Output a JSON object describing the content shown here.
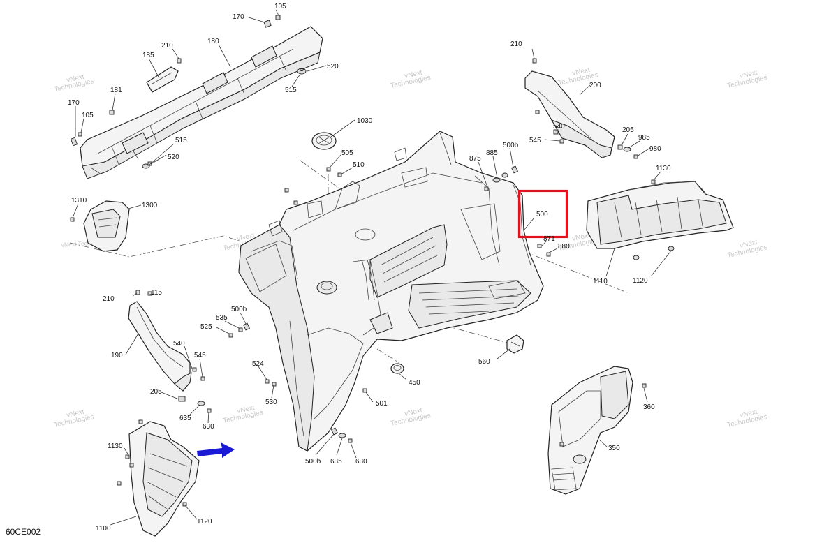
{
  "diagram": {
    "code": "60CE002",
    "watermark": {
      "line1": "vNext",
      "line2": "Technologies",
      "inline": "vNext Technologies"
    },
    "callouts": [
      {
        "id": "c105a",
        "text": "105"
      },
      {
        "id": "c170a",
        "text": "170"
      },
      {
        "id": "c210a",
        "text": "210"
      },
      {
        "id": "c180",
        "text": "180"
      },
      {
        "id": "c185",
        "text": "185"
      },
      {
        "id": "c520a",
        "text": "520"
      },
      {
        "id": "c515a",
        "text": "515"
      },
      {
        "id": "c181",
        "text": "181"
      },
      {
        "id": "c170b",
        "text": "170"
      },
      {
        "id": "c105b",
        "text": "105"
      },
      {
        "id": "c515b",
        "text": "515"
      },
      {
        "id": "c520b",
        "text": "520"
      },
      {
        "id": "c210b",
        "text": "210"
      },
      {
        "id": "c200",
        "text": "200"
      },
      {
        "id": "c540a",
        "text": "540"
      },
      {
        "id": "c545a",
        "text": "545"
      },
      {
        "id": "c205a",
        "text": "205"
      },
      {
        "id": "c985",
        "text": "985"
      },
      {
        "id": "c980",
        "text": "980"
      },
      {
        "id": "c1030",
        "text": "1030"
      },
      {
        "id": "c505",
        "text": "505"
      },
      {
        "id": "c510",
        "text": "510"
      },
      {
        "id": "c875",
        "text": "875"
      },
      {
        "id": "c885",
        "text": "885"
      },
      {
        "id": "c500ba",
        "text": "500b"
      },
      {
        "id": "c1130a",
        "text": "1130"
      },
      {
        "id": "c500",
        "text": "500"
      },
      {
        "id": "c871",
        "text": "871"
      },
      {
        "id": "c880",
        "text": "880"
      },
      {
        "id": "c1310",
        "text": "1310"
      },
      {
        "id": "c1300",
        "text": "1300"
      },
      {
        "id": "c1110",
        "text": "1110"
      },
      {
        "id": "c1120a",
        "text": "1120"
      },
      {
        "id": "c210c",
        "text": "210"
      },
      {
        "id": "c115",
        "text": "115"
      },
      {
        "id": "c500bb",
        "text": "500b"
      },
      {
        "id": "c535",
        "text": "535"
      },
      {
        "id": "c525",
        "text": "525"
      },
      {
        "id": "c190",
        "text": "190"
      },
      {
        "id": "c540b",
        "text": "540"
      },
      {
        "id": "c545b",
        "text": "545"
      },
      {
        "id": "c524",
        "text": "524"
      },
      {
        "id": "c560",
        "text": "560"
      },
      {
        "id": "c450",
        "text": "450"
      },
      {
        "id": "c205b",
        "text": "205"
      },
      {
        "id": "c530",
        "text": "530"
      },
      {
        "id": "c501",
        "text": "501"
      },
      {
        "id": "c635a",
        "text": "635"
      },
      {
        "id": "c630a",
        "text": "630"
      },
      {
        "id": "c360",
        "text": "360"
      },
      {
        "id": "c1130b",
        "text": "1130"
      },
      {
        "id": "c350",
        "text": "350"
      },
      {
        "id": "c500bc",
        "text": "500b"
      },
      {
        "id": "c635b",
        "text": "635"
      },
      {
        "id": "c630b",
        "text": "630"
      },
      {
        "id": "c1100",
        "text": "1100"
      },
      {
        "id": "c1120b",
        "text": "1120"
      }
    ],
    "colors": {
      "highlight": "#e0141e",
      "arrow": "#1a1ad6",
      "line": "#222222",
      "watermark": "#c8c8c8"
    }
  }
}
